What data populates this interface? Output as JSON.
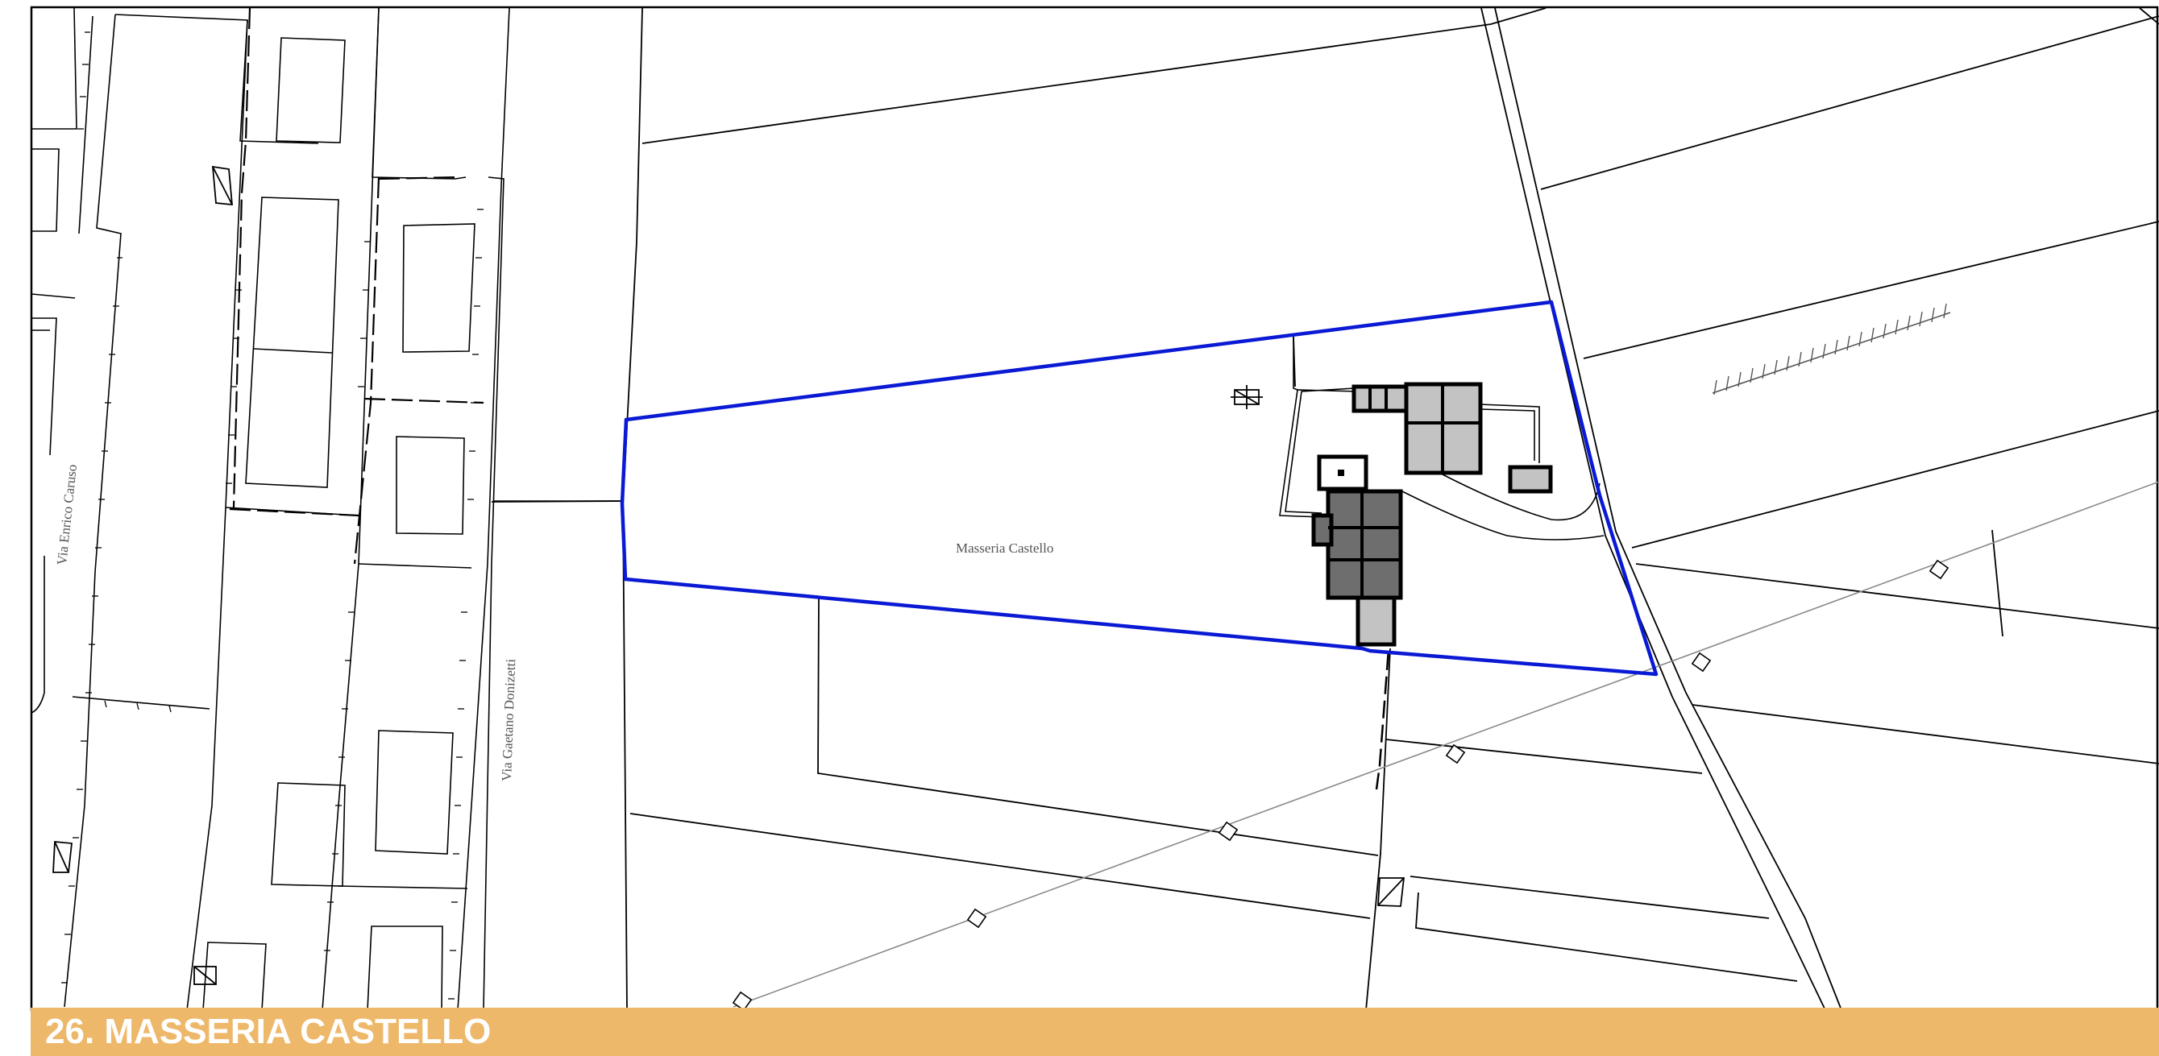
{
  "footer": {
    "title": "26. MASSERIA CASTELLO"
  },
  "map": {
    "labels": {
      "site_name": "Masseria    Castello",
      "street_enrico_caruso": "Via    Enrico    Caruso",
      "street_gaetano_donizetti": "Via    Gaetano Donizetti"
    }
  },
  "colors": {
    "boundary": "#0a1ad4",
    "footer_band": "#eeb86a",
    "building_dark": "#6e6e6e",
    "building_light": "#c3c3c3",
    "line": "#000000",
    "power_line": "#8a8a8a"
  },
  "icons": {
    "power_line_pylon": "diamond-icon",
    "utility_box": "crossed-rectangle-icon",
    "vegetation_row": "tree-row-icon"
  }
}
